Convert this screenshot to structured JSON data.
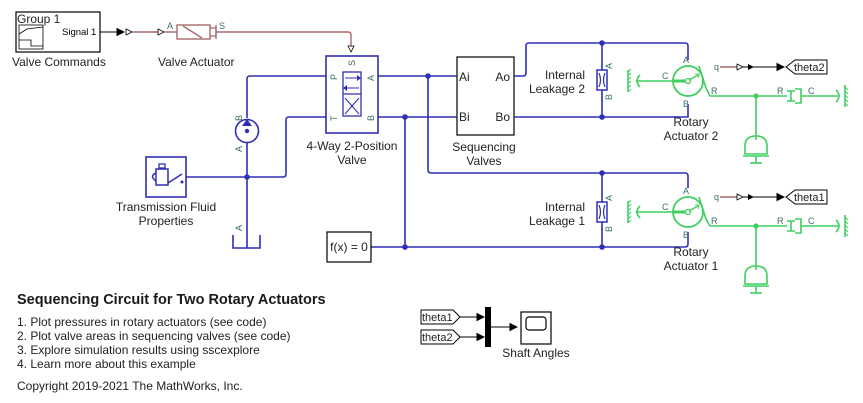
{
  "colors": {
    "hydraulic": "#2f2fb5",
    "mechanical": "#3fcf5f",
    "physical_signal": "#a9686a",
    "signal": "#000000"
  },
  "blocks": {
    "valve_commands": {
      "label": "Valve Commands",
      "group": "Group 1",
      "port": "Signal 1"
    },
    "valve_actuator": {
      "label": "Valve Actuator",
      "port_a": "A",
      "port_s": "S"
    },
    "four_way_valve": {
      "label_line1": "4-Way 2-Position",
      "label_line2": "Valve",
      "ports": {
        "p": "P",
        "t": "T",
        "a": "A",
        "b": "B",
        "s": "S"
      }
    },
    "sequencing_valves": {
      "label_line1": "Sequencing",
      "label_line2": "Valves",
      "ports": {
        "ai": "Ai",
        "bi": "Bi",
        "ao": "Ao",
        "bo": "Bo"
      }
    },
    "pump": {
      "port_a": "A",
      "port_b": "B"
    },
    "tank": {
      "port_a": "A"
    },
    "fluid_properties": {
      "label_line1": "Transmission Fluid",
      "label_line2": "Properties"
    },
    "solver": {
      "label": "f(x) = 0"
    },
    "leakage_2": {
      "label_line1": "Internal",
      "label_line2": "Leakage 2",
      "port_a": "A",
      "port_b": "B"
    },
    "leakage_1": {
      "label_line1": "Internal",
      "label_line2": "Leakage 1",
      "port_a": "A",
      "port_b": "B"
    },
    "actuator_2": {
      "label_line1": "Rotary",
      "label_line2": "Actuator 2",
      "ports": {
        "a": "A",
        "b": "B",
        "c": "C",
        "r": "R",
        "q": "q"
      }
    },
    "actuator_1": {
      "label_line1": "Rotary",
      "label_line2": "Actuator 1",
      "ports": {
        "a": "A",
        "b": "B",
        "c": "C",
        "r": "R",
        "q": "q"
      }
    },
    "damper_2": {
      "port_r": "R",
      "port_c": "C"
    },
    "damper_1": {
      "port_r": "R",
      "port_c": "C"
    },
    "goto_theta2": {
      "tag": "theta2"
    },
    "goto_theta1": {
      "tag": "theta1"
    },
    "from_theta1": {
      "tag": "theta1"
    },
    "from_theta2": {
      "tag": "theta2"
    },
    "scope": {
      "label": "Shaft Angles"
    }
  },
  "annotation": {
    "title": "Sequencing Circuit for Two Rotary Actuators",
    "items": [
      "1. Plot pressures in rotary actuators (see code)",
      "2. Plot valve areas in sequencing valves (see code)",
      "3. Explore simulation results using sscexplore",
      "4. Learn more about this example"
    ],
    "copyright": "Copyright 2019-2021 The MathWorks, Inc."
  }
}
